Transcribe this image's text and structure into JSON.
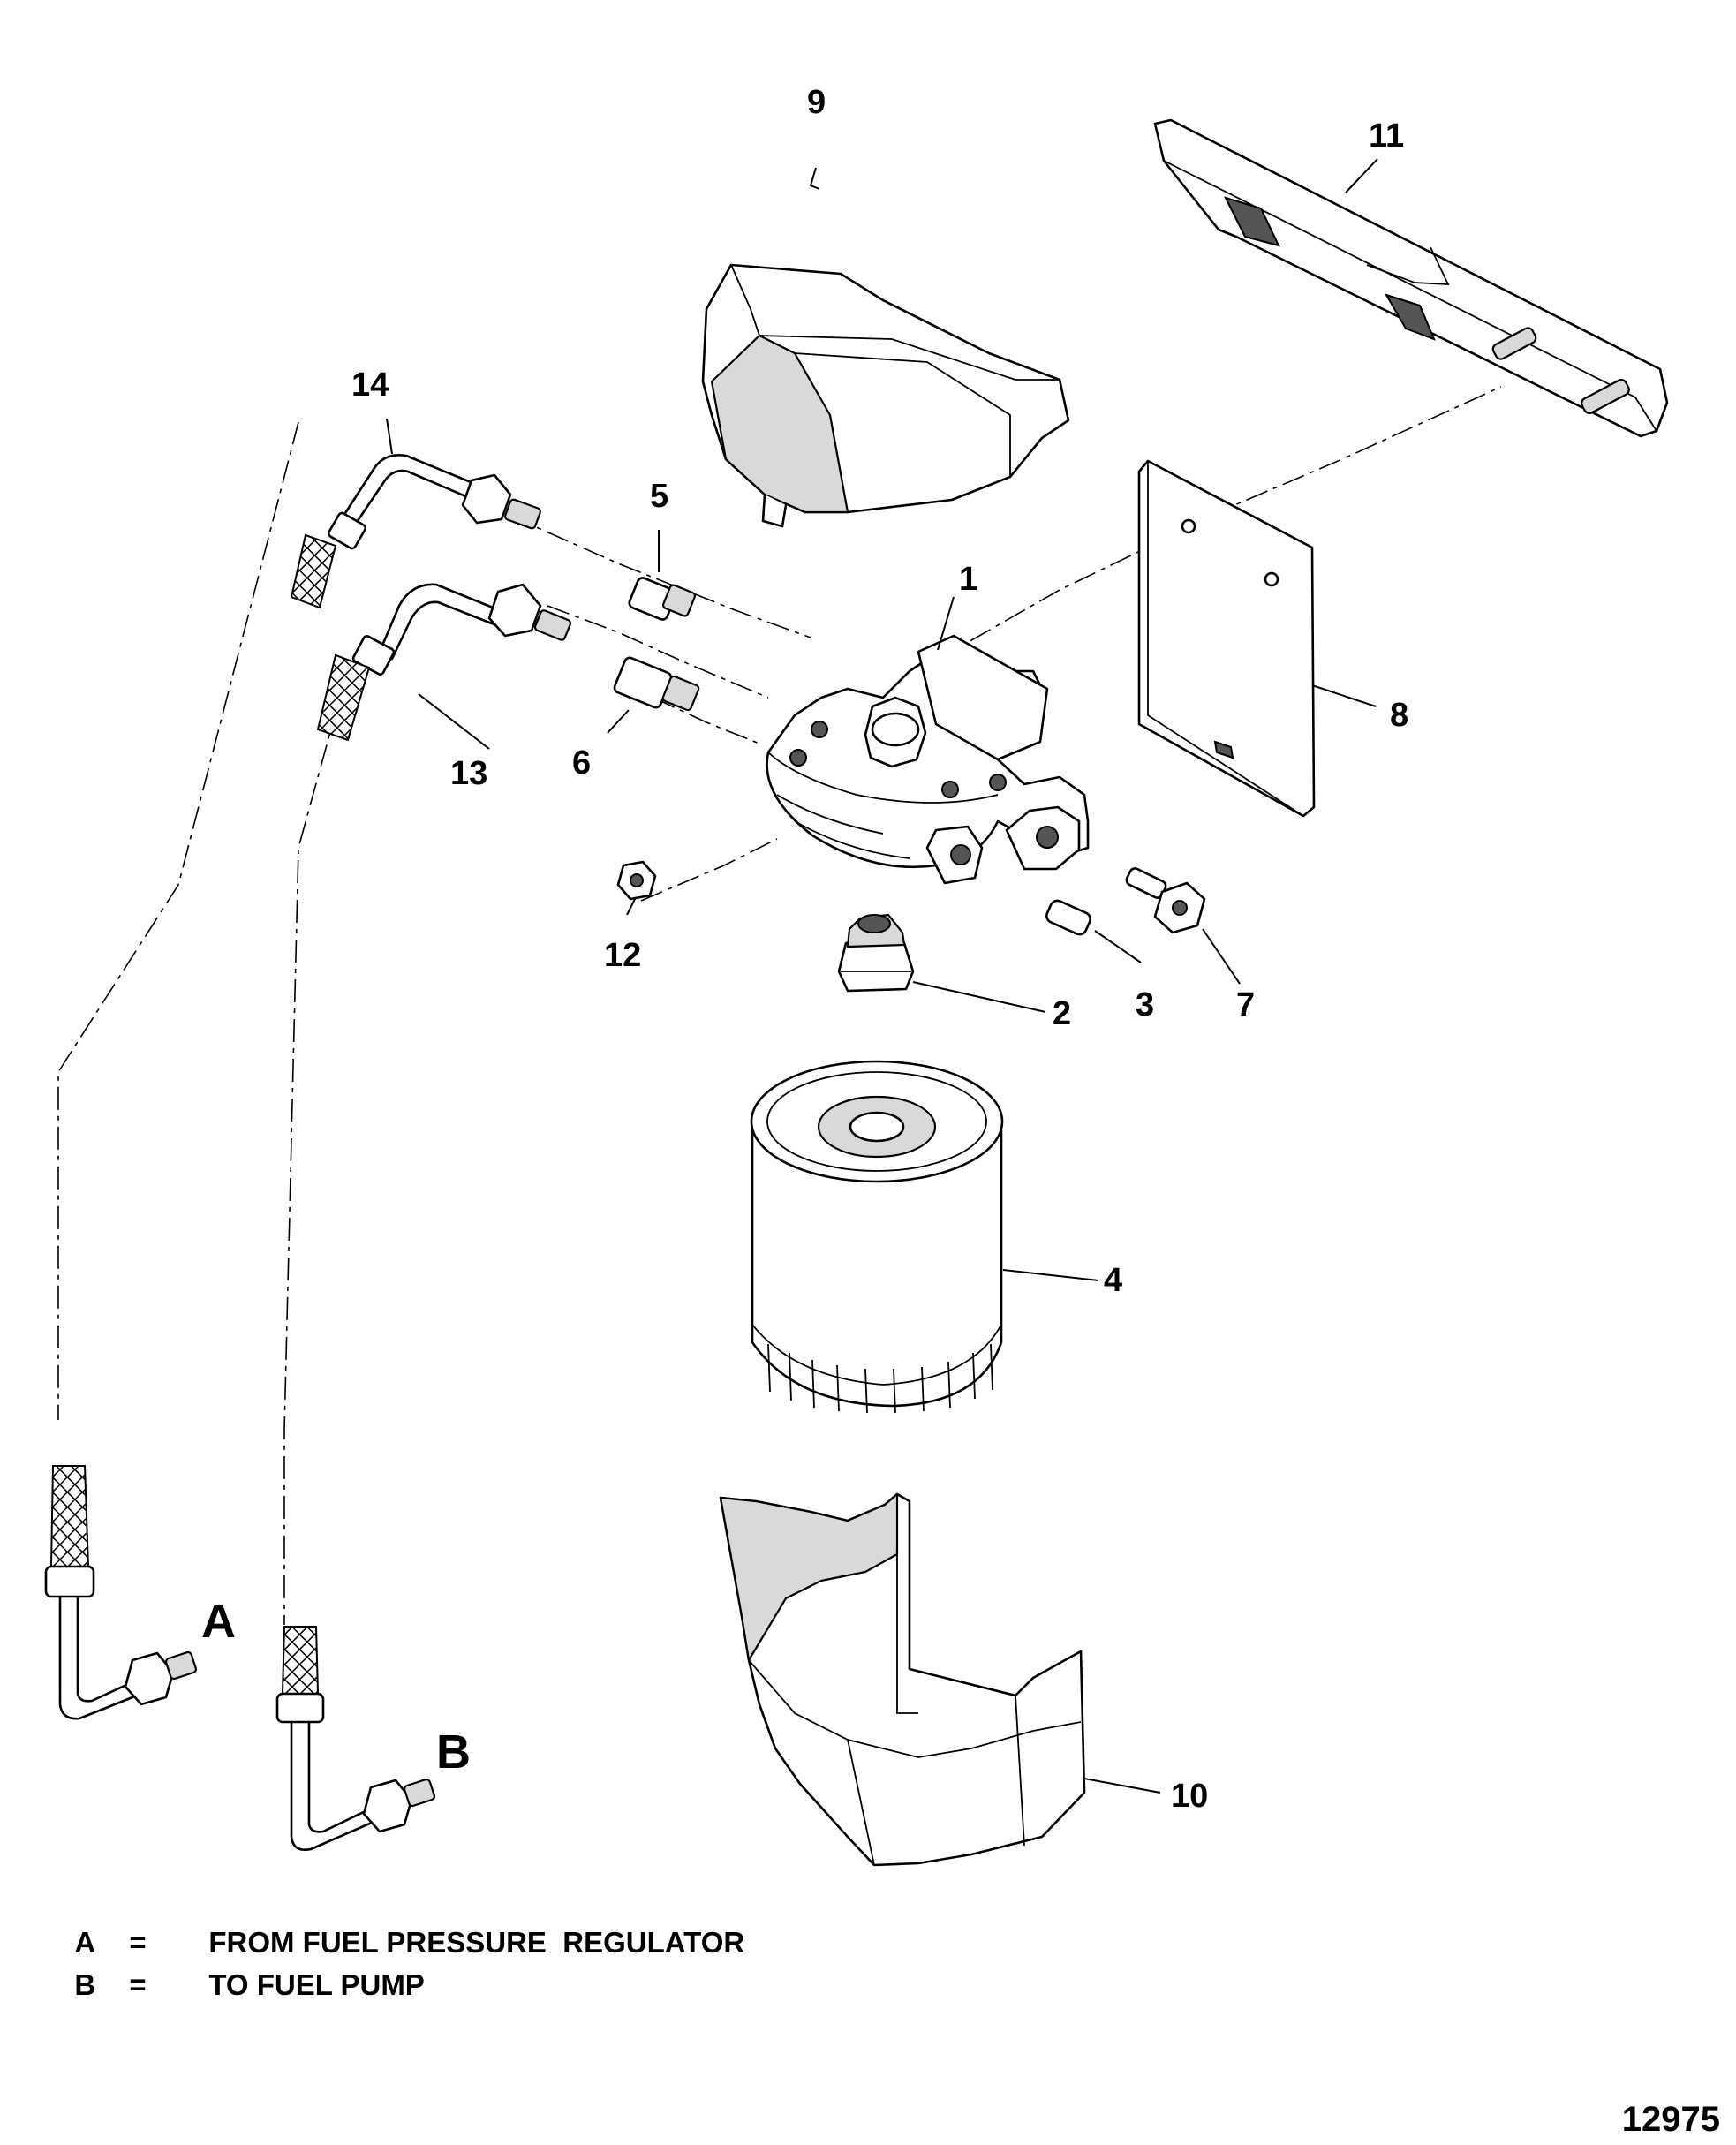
{
  "callouts": {
    "c1": "1",
    "c2": "2",
    "c3": "3",
    "c4": "4",
    "c5": "5",
    "c6": "6",
    "c7": "7",
    "c8": "8",
    "c9": "9",
    "c10": "10",
    "c11": "11",
    "c12": "12",
    "c13": "13",
    "c14": "14"
  },
  "line_letters": {
    "a": "A",
    "b": "B"
  },
  "legend": [
    {
      "key": "A",
      "sep": "=",
      "text": "FROM FUEL PRESSURE  REGULATOR"
    },
    {
      "key": "B",
      "sep": "=",
      "text": "TO FUEL PUMP"
    }
  ],
  "figure_number": "12975",
  "colors": {
    "line": "#000000",
    "background": "#ffffff",
    "shade": "#d9d9d9"
  }
}
